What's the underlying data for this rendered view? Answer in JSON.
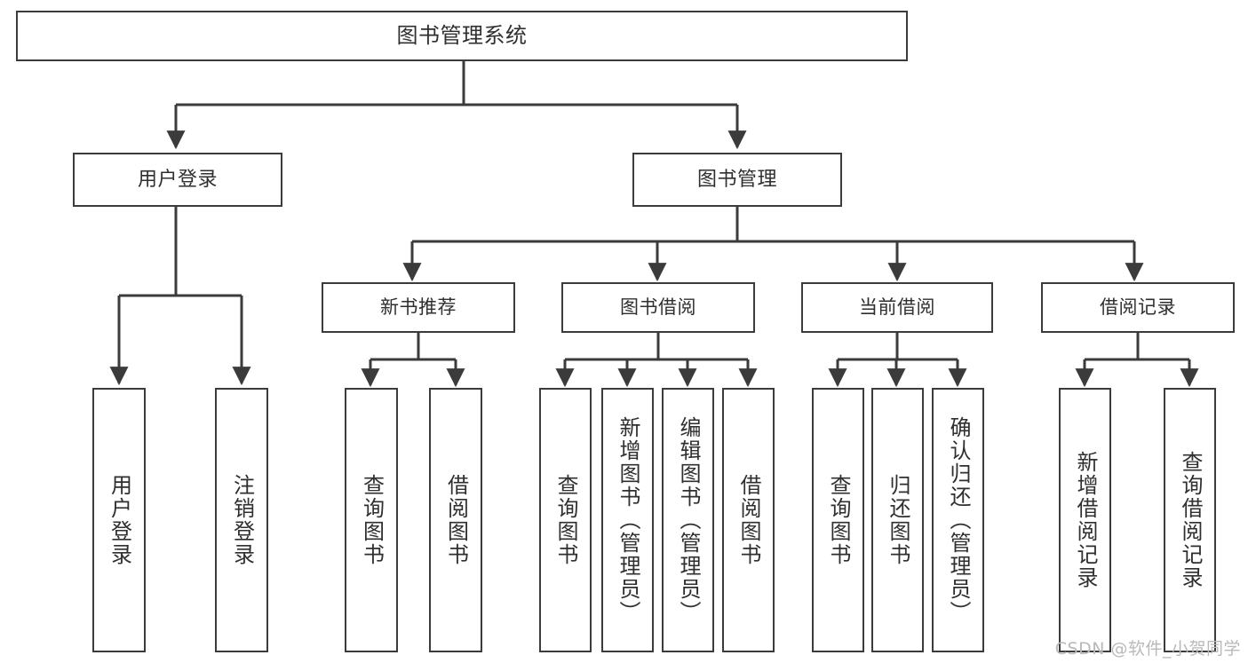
{
  "diagram": {
    "title": "图书管理系统",
    "type": "hierarchy-tree",
    "background_color": "#ffffff",
    "box_border_color": "#3b3b3b",
    "text_color": "#2f2f2f",
    "connector_color": "#3b3b3b"
  },
  "watermark": {
    "text": "CSDN @软件_小贺同学",
    "color": "#b9b9b9"
  },
  "nodes": {
    "root": {
      "label": "图书管理系统"
    },
    "level2": [
      {
        "id": "user-login",
        "label": "用户登录"
      },
      {
        "id": "book-management",
        "label": "图书管理"
      }
    ],
    "level3": [
      {
        "id": "new-book-recommend",
        "label": "新书推荐"
      },
      {
        "id": "book-borrow",
        "label": "图书借阅"
      },
      {
        "id": "current-borrow",
        "label": "当前借阅"
      },
      {
        "id": "borrow-record",
        "label": "借阅记录"
      }
    ],
    "leaves": {
      "user_login": [
        {
          "id": "leaf-user-login",
          "label": "用户登录"
        },
        {
          "id": "leaf-logout-login",
          "label": "注销登录"
        }
      ],
      "new_book_recommend": [
        {
          "id": "leaf-query-book-1",
          "label": "查询图书"
        },
        {
          "id": "leaf-borrow-book-1",
          "label": "借阅图书"
        }
      ],
      "book_borrow": [
        {
          "id": "leaf-query-book-2",
          "label": "查询图书"
        },
        {
          "id": "leaf-add-book-admin",
          "label": "新增图书（管理员）"
        },
        {
          "id": "leaf-edit-book-admin",
          "label": "编辑图书（管理员）"
        },
        {
          "id": "leaf-borrow-book-2",
          "label": "借阅图书"
        }
      ],
      "current_borrow": [
        {
          "id": "leaf-query-book-3",
          "label": "查询图书"
        },
        {
          "id": "leaf-return-book",
          "label": "归还图书"
        },
        {
          "id": "leaf-confirm-return-admin",
          "label": "确认归还（管理员）"
        }
      ],
      "borrow_record": [
        {
          "id": "leaf-add-borrow-record",
          "label": "新增借阅记录"
        },
        {
          "id": "leaf-query-borrow-record",
          "label": "查询借阅记录"
        }
      ]
    }
  }
}
